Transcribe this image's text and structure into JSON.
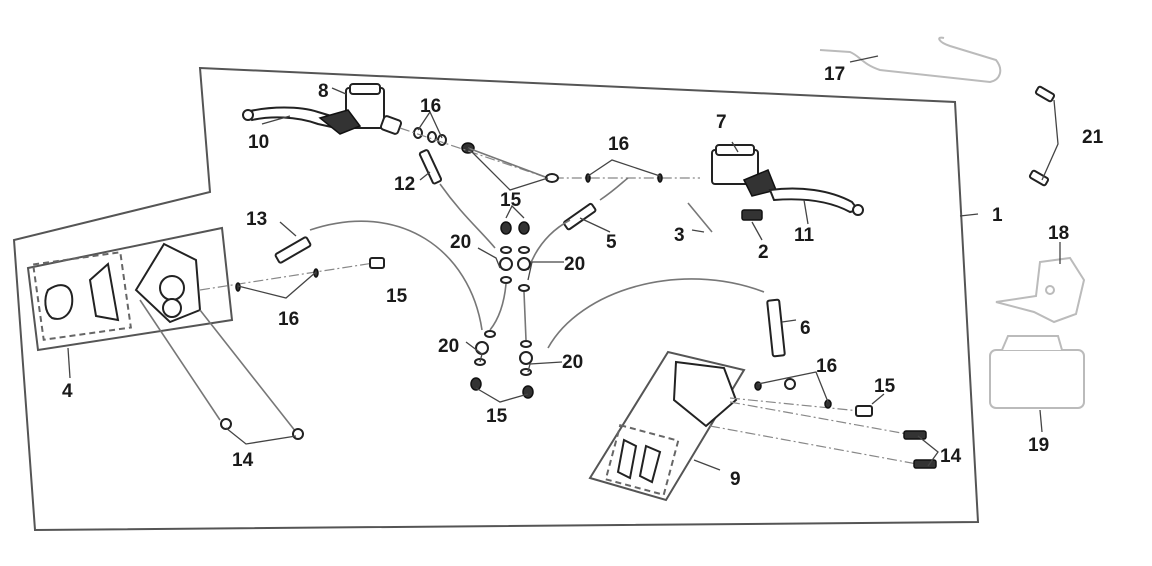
{
  "diagram": {
    "title": "Brake system exploded view",
    "callouts": [
      {
        "id": "c1",
        "label": "1",
        "part": "brake-system-assembly"
      },
      {
        "id": "c2",
        "label": "2",
        "part": "brake-switch"
      },
      {
        "id": "c3",
        "label": "3",
        "part": "switch-wire"
      },
      {
        "id": "c4",
        "label": "4",
        "part": "front-caliper-pad-set"
      },
      {
        "id": "c5",
        "label": "5",
        "part": "brake-hose"
      },
      {
        "id": "c6",
        "label": "6",
        "part": "rear-brake-hose"
      },
      {
        "id": "c7",
        "label": "7",
        "part": "right-master-cylinder"
      },
      {
        "id": "c8",
        "label": "8",
        "part": "left-master-cylinder"
      },
      {
        "id": "c9",
        "label": "9",
        "part": "rear-caliper-pad-set"
      },
      {
        "id": "c10",
        "label": "10",
        "part": "left-brake-lever"
      },
      {
        "id": "c11",
        "label": "11",
        "part": "right-brake-lever"
      },
      {
        "id": "c12",
        "label": "12",
        "part": "brake-hose-upper"
      },
      {
        "id": "c13",
        "label": "13",
        "part": "front-brake-hose"
      },
      {
        "id": "c14a",
        "label": "14",
        "part": "caliper-bolt-front"
      },
      {
        "id": "c14b",
        "label": "14",
        "part": "caliper-bolt-rear"
      },
      {
        "id": "c15a",
        "label": "15",
        "part": "banjo-bolt-upper"
      },
      {
        "id": "c15b",
        "label": "15",
        "part": "banjo-bolt-front"
      },
      {
        "id": "c15c",
        "label": "15",
        "part": "banjo-bolt-lower"
      },
      {
        "id": "c15d",
        "label": "15",
        "part": "banjo-bolt-rear"
      },
      {
        "id": "c16a",
        "label": "16",
        "part": "washer-left"
      },
      {
        "id": "c16b",
        "label": "16",
        "part": "washer-right"
      },
      {
        "id": "c16c",
        "label": "16",
        "part": "washer-front"
      },
      {
        "id": "c16d",
        "label": "16",
        "part": "washer-rear"
      },
      {
        "id": "c17",
        "label": "17",
        "part": "brake-pipe"
      },
      {
        "id": "c18",
        "label": "18",
        "part": "abs-bracket"
      },
      {
        "id": "c19",
        "label": "19",
        "part": "abs-module"
      },
      {
        "id": "c20a",
        "label": "20",
        "part": "joint-upper-left"
      },
      {
        "id": "c20b",
        "label": "20",
        "part": "joint-upper-right"
      },
      {
        "id": "c20c",
        "label": "20",
        "part": "joint-lower-left"
      },
      {
        "id": "c20d",
        "label": "20",
        "part": "joint-lower-right"
      },
      {
        "id": "c21",
        "label": "21",
        "part": "pipe-bolts"
      }
    ]
  }
}
